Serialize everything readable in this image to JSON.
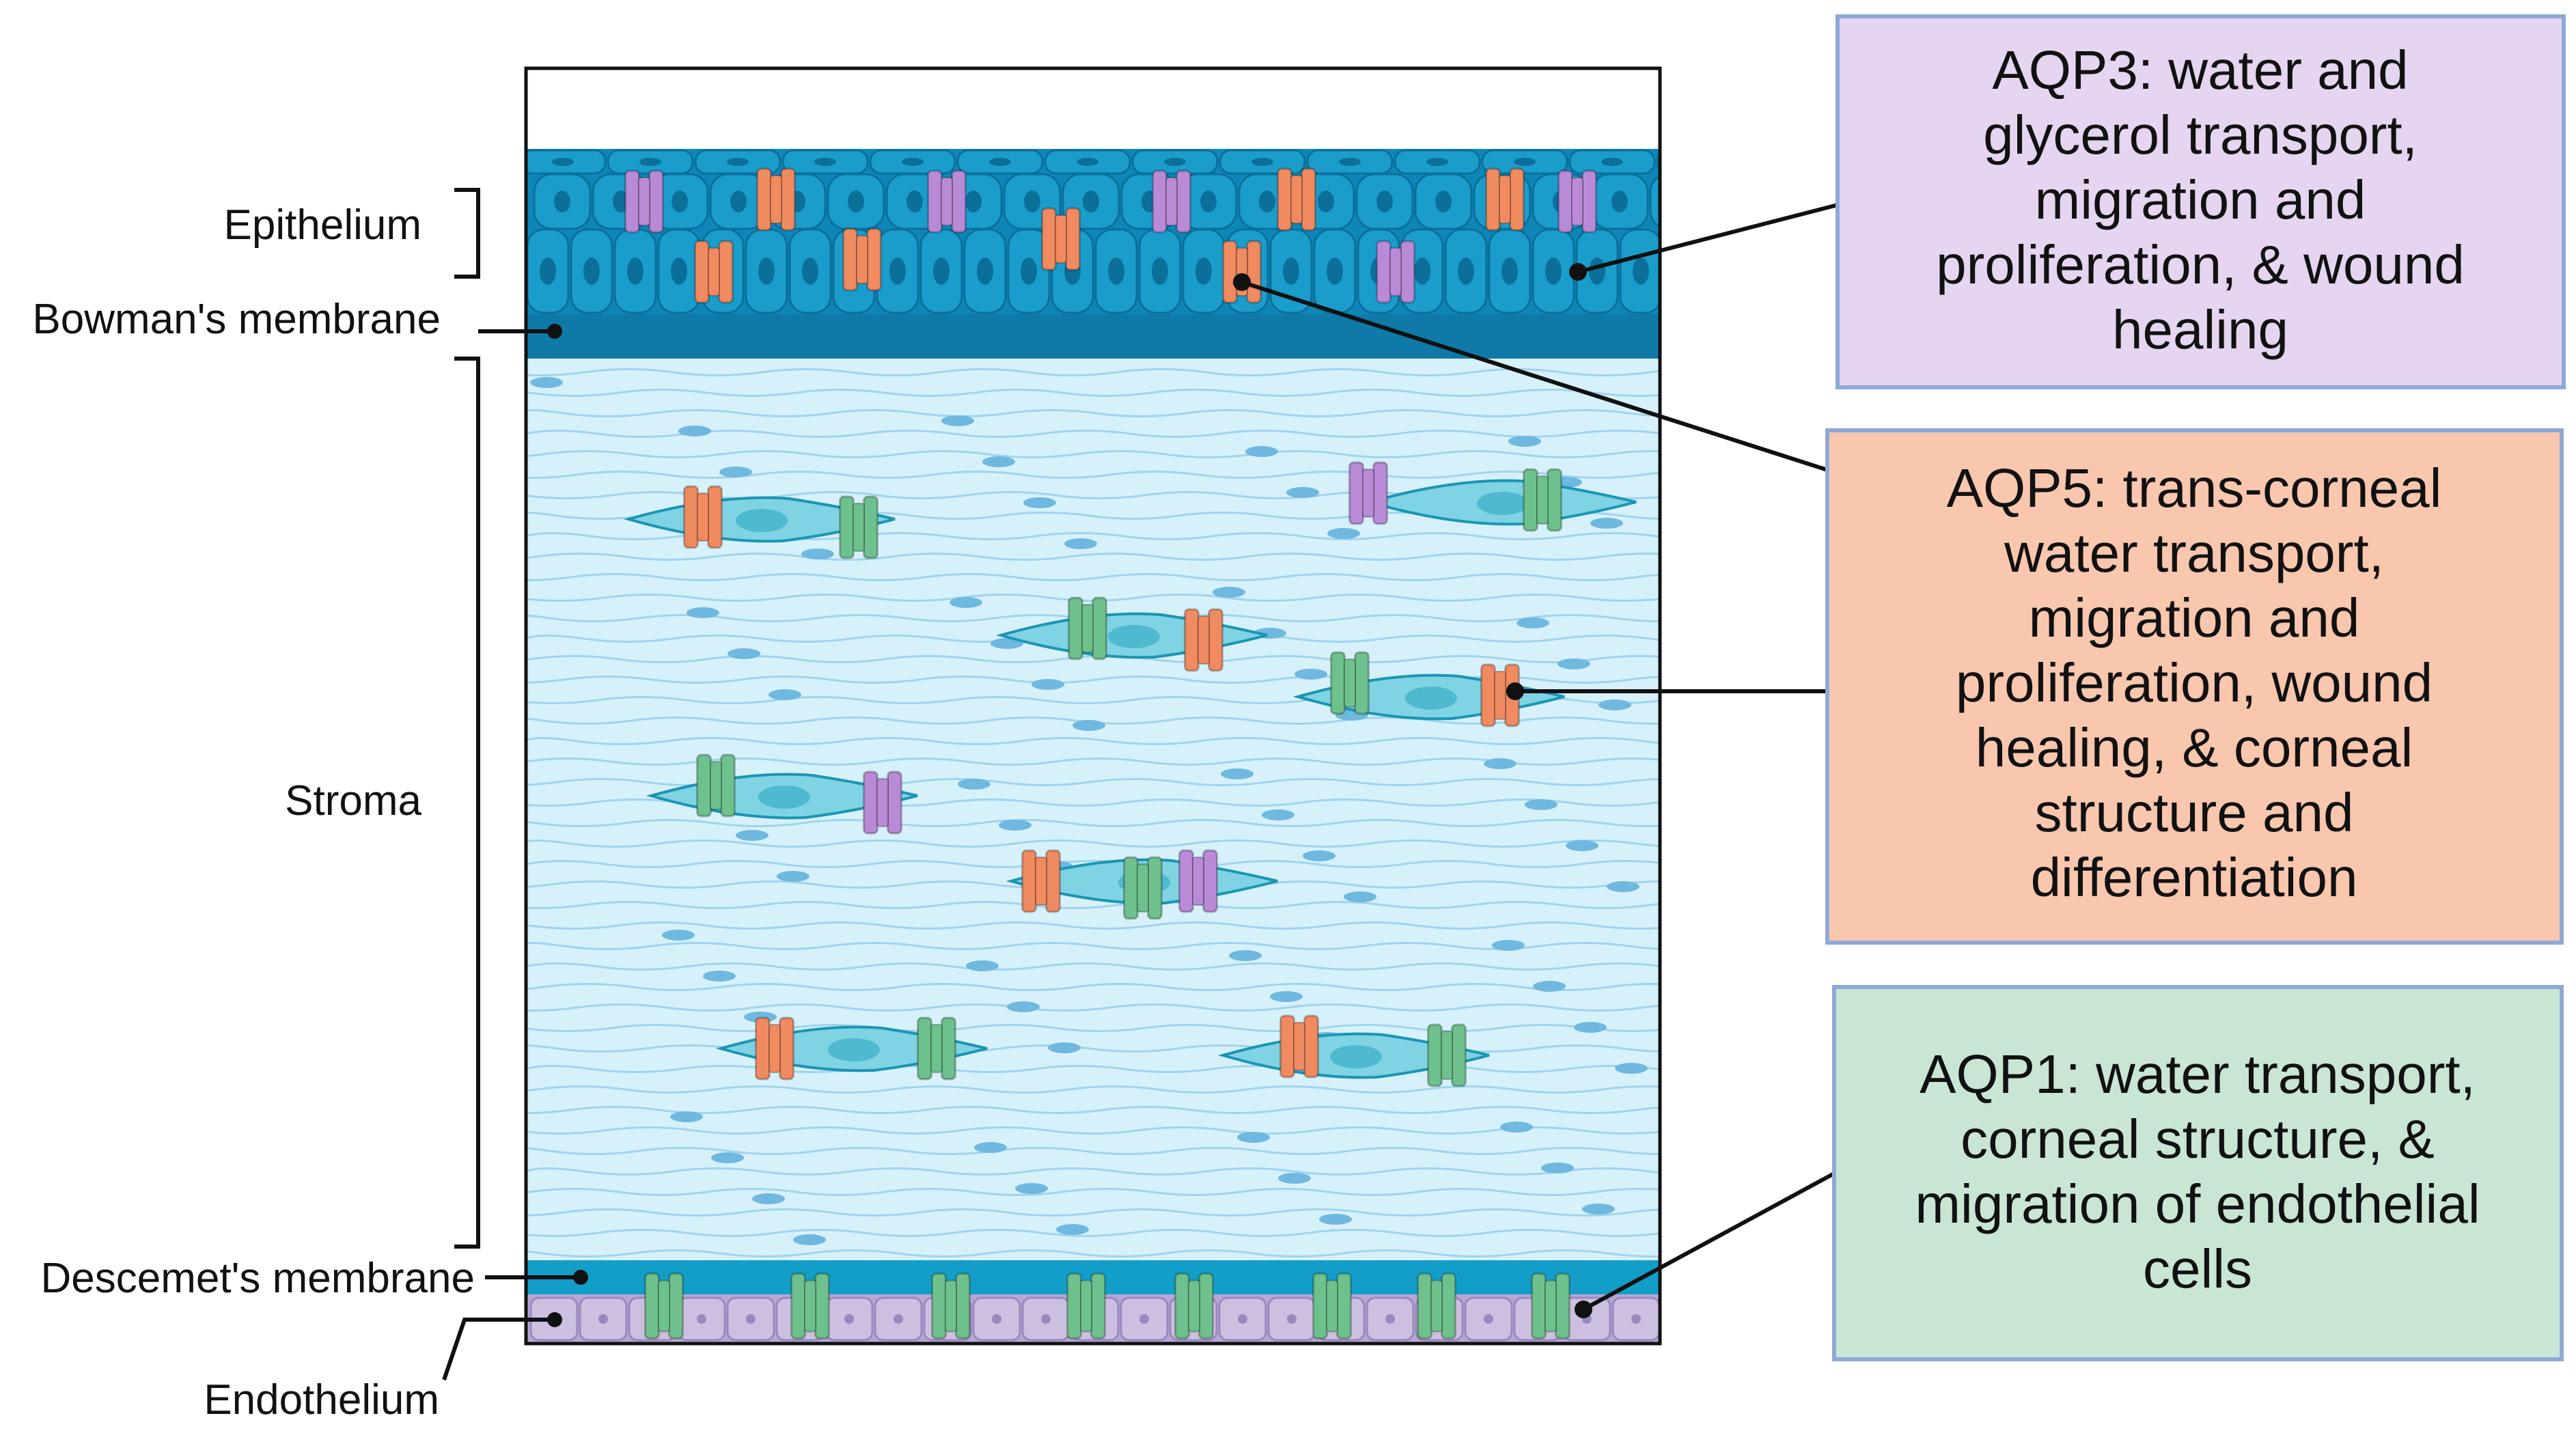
{
  "layers": {
    "epithelium": "Epithelium",
    "bowman": "Bowman's membrane",
    "stroma": "Stroma",
    "descemet": "Descemet's membrane",
    "endothelium": "Endothelium"
  },
  "boxes": {
    "aqp3": {
      "lines": [
        "AQP3: water and",
        "glycerol transport,",
        "migration and",
        "proliferation, & wound",
        "healing"
      ],
      "fill": "#e5d5f0",
      "stroke": "#8fa8d6"
    },
    "aqp5": {
      "lines": [
        "AQP5: trans-corneal",
        "water transport,",
        "migration and",
        "proliferation, wound",
        "healing, & corneal",
        "structure and",
        "differentiation"
      ],
      "fill": "#f8c7ad",
      "stroke": "#8fa8d6"
    },
    "aqp1": {
      "lines": [
        "AQP1: water transport,",
        "corneal structure, &",
        "migration of endothelial",
        "cells"
      ],
      "fill": "#c9e6d5",
      "stroke": "#8fa8d6"
    }
  },
  "colors": {
    "aqp3": "#b98ad6",
    "aqp5": "#f08a60",
    "aqp1": "#6ec08c",
    "epithelium_cell": "#1b9dcc",
    "bowman": "#0f79a8",
    "stroma_bg": "#d7f1fb",
    "stroma_fiber": "#9fd4ee",
    "descemet": "#139ec9",
    "endothelium_cell": "#cdbfe0",
    "keratocyte": "#7fd3e3"
  }
}
